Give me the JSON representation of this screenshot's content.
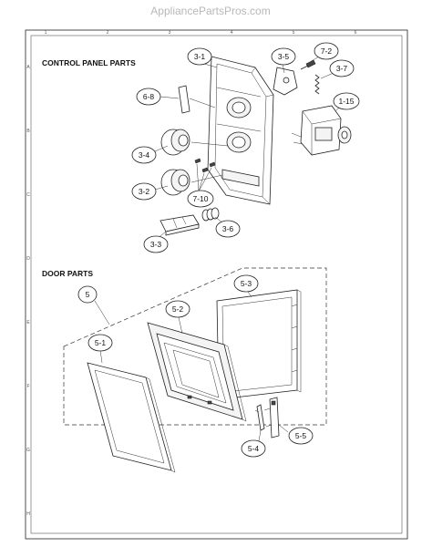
{
  "watermark": "AppliancePartsPros.com",
  "grid": {
    "top": [
      "1",
      "2",
      "3",
      "4",
      "5",
      "6"
    ],
    "left": [
      "A",
      "B",
      "C",
      "D",
      "E",
      "F",
      "G",
      "H"
    ]
  },
  "sections": {
    "control_panel": "CONTROL PANEL PARTS",
    "door": "DOOR PARTS"
  },
  "callouts": {
    "p3_1": "3-1",
    "p3_5": "3-5",
    "p7_2": "7-2",
    "p3_7": "3-7",
    "p6_8": "6-8",
    "p1_15": "1-15",
    "p3_4": "3-4",
    "p3_2": "3-2",
    "p7_10": "7-10",
    "p3_6": "3-6",
    "p3_3": "3-3",
    "p5": "5",
    "p5_2": "5-2",
    "p5_3": "5-3",
    "p5_1": "5-1",
    "p5_4": "5-4",
    "p5_5": "5-5"
  }
}
